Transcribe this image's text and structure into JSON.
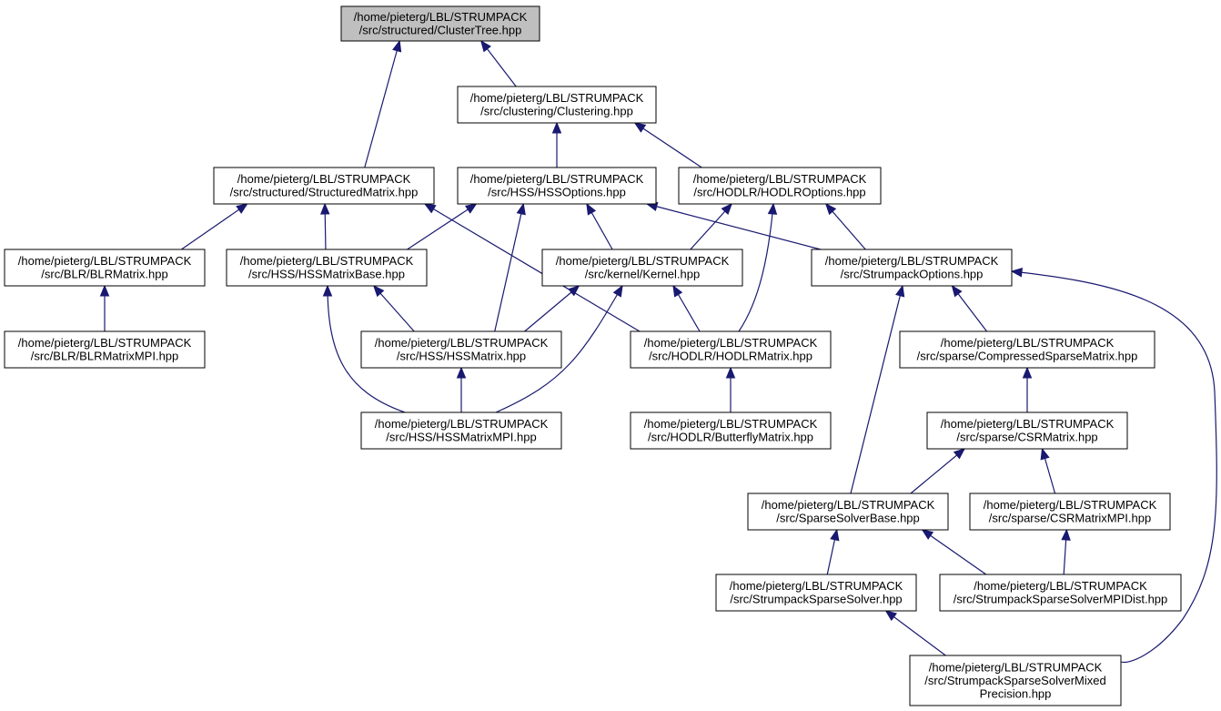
{
  "graph": {
    "nodes": [
      {
        "id": "clustertree",
        "lines": [
          "/home/pieterg/LBL/STRUMPACK",
          "/src/structured/ClusterTree.hpp"
        ],
        "root": true
      },
      {
        "id": "clustering",
        "lines": [
          "/home/pieterg/LBL/STRUMPACK",
          "/src/clustering/Clustering.hpp"
        ]
      },
      {
        "id": "structuredmatrix",
        "lines": [
          "/home/pieterg/LBL/STRUMPACK",
          "/src/structured/StructuredMatrix.hpp"
        ]
      },
      {
        "id": "hssoptions",
        "lines": [
          "/home/pieterg/LBL/STRUMPACK",
          "/src/HSS/HSSOptions.hpp"
        ]
      },
      {
        "id": "hodlroptions",
        "lines": [
          "/home/pieterg/LBL/STRUMPACK",
          "/src/HODLR/HODLROptions.hpp"
        ]
      },
      {
        "id": "blrmatrix",
        "lines": [
          "/home/pieterg/LBL/STRUMPACK",
          "/src/BLR/BLRMatrix.hpp"
        ]
      },
      {
        "id": "hssmatrixbase",
        "lines": [
          "/home/pieterg/LBL/STRUMPACK",
          "/src/HSS/HSSMatrixBase.hpp"
        ]
      },
      {
        "id": "kernel",
        "lines": [
          "/home/pieterg/LBL/STRUMPACK",
          "/src/kernel/Kernel.hpp"
        ]
      },
      {
        "id": "strumpackoptions",
        "lines": [
          "/home/pieterg/LBL/STRUMPACK",
          "/src/StrumpackOptions.hpp"
        ]
      },
      {
        "id": "blrmatrixmpi",
        "lines": [
          "/home/pieterg/LBL/STRUMPACK",
          "/src/BLR/BLRMatrixMPI.hpp"
        ]
      },
      {
        "id": "hssmatrix",
        "lines": [
          "/home/pieterg/LBL/STRUMPACK",
          "/src/HSS/HSSMatrix.hpp"
        ]
      },
      {
        "id": "hodlrmatrix",
        "lines": [
          "/home/pieterg/LBL/STRUMPACK",
          "/src/HODLR/HODLRMatrix.hpp"
        ]
      },
      {
        "id": "compressedsparsematrix",
        "lines": [
          "/home/pieterg/LBL/STRUMPACK",
          "/src/sparse/CompressedSparseMatrix.hpp"
        ]
      },
      {
        "id": "hssmatrixmpi",
        "lines": [
          "/home/pieterg/LBL/STRUMPACK",
          "/src/HSS/HSSMatrixMPI.hpp"
        ]
      },
      {
        "id": "butterflymatrix",
        "lines": [
          "/home/pieterg/LBL/STRUMPACK",
          "/src/HODLR/ButterflyMatrix.hpp"
        ]
      },
      {
        "id": "csrmatrix",
        "lines": [
          "/home/pieterg/LBL/STRUMPACK",
          "/src/sparse/CSRMatrix.hpp"
        ]
      },
      {
        "id": "sparsesolverbase",
        "lines": [
          "/home/pieterg/LBL/STRUMPACK",
          "/src/SparseSolverBase.hpp"
        ]
      },
      {
        "id": "csrmatrixmpi",
        "lines": [
          "/home/pieterg/LBL/STRUMPACK",
          "/src/sparse/CSRMatrixMPI.hpp"
        ]
      },
      {
        "id": "strumpacksparsesolver",
        "lines": [
          "/home/pieterg/LBL/STRUMPACK",
          "/src/StrumpackSparseSolver.hpp"
        ]
      },
      {
        "id": "strumpacksparsesolvermpidist",
        "lines": [
          "/home/pieterg/LBL/STRUMPACK",
          "/src/StrumpackSparseSolverMPIDist.hpp"
        ]
      },
      {
        "id": "strumpacksparsesolvermixedprecision",
        "lines": [
          "/home/pieterg/LBL/STRUMPACK",
          "/src/StrumpackSparseSolverMixed",
          "Precision.hpp"
        ]
      }
    ],
    "edges": [
      {
        "from": "clustertree",
        "to": "structuredmatrix"
      },
      {
        "from": "clustertree",
        "to": "clustering"
      },
      {
        "from": "clustering",
        "to": "hssoptions"
      },
      {
        "from": "clustering",
        "to": "hodlroptions"
      },
      {
        "from": "structuredmatrix",
        "to": "blrmatrix"
      },
      {
        "from": "structuredmatrix",
        "to": "hssmatrixbase"
      },
      {
        "from": "structuredmatrix",
        "to": "hodlrmatrix"
      },
      {
        "from": "hssoptions",
        "to": "hssmatrixbase"
      },
      {
        "from": "hssoptions",
        "to": "hssmatrix"
      },
      {
        "from": "hssoptions",
        "to": "kernel"
      },
      {
        "from": "hssoptions",
        "to": "strumpackoptions"
      },
      {
        "from": "hodlroptions",
        "to": "kernel"
      },
      {
        "from": "hodlroptions",
        "to": "hodlrmatrix"
      },
      {
        "from": "hodlroptions",
        "to": "strumpackoptions"
      },
      {
        "from": "blrmatrix",
        "to": "blrmatrixmpi"
      },
      {
        "from": "hssmatrixbase",
        "to": "hssmatrix"
      },
      {
        "from": "hssmatrixbase",
        "to": "hssmatrixmpi"
      },
      {
        "from": "kernel",
        "to": "hssmatrix"
      },
      {
        "from": "kernel",
        "to": "hodlrmatrix"
      },
      {
        "from": "kernel",
        "to": "hssmatrixmpi"
      },
      {
        "from": "hssmatrix",
        "to": "hssmatrixmpi"
      },
      {
        "from": "hodlrmatrix",
        "to": "butterflymatrix"
      },
      {
        "from": "strumpackoptions",
        "to": "compressedsparsematrix"
      },
      {
        "from": "strumpackoptions",
        "to": "sparsesolverbase"
      },
      {
        "from": "strumpackoptions",
        "to": "strumpacksparsesolvermixedprecision"
      },
      {
        "from": "compressedsparsematrix",
        "to": "csrmatrix"
      },
      {
        "from": "csrmatrix",
        "to": "sparsesolverbase"
      },
      {
        "from": "csrmatrix",
        "to": "csrmatrixmpi"
      },
      {
        "from": "sparsesolverbase",
        "to": "strumpacksparsesolver"
      },
      {
        "from": "sparsesolverbase",
        "to": "strumpacksparsesolvermpidist"
      },
      {
        "from": "csrmatrixmpi",
        "to": "strumpacksparsesolvermpidist"
      },
      {
        "from": "strumpacksparsesolver",
        "to": "strumpacksparsesolvermixedprecision"
      }
    ]
  }
}
